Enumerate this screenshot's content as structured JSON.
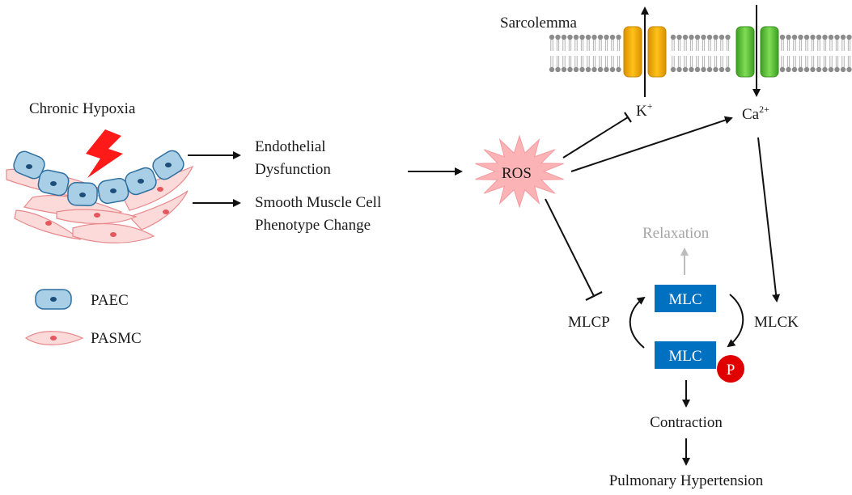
{
  "labels": {
    "sarcolemma": "Sarcolemma",
    "chronic_hypoxia": "Chronic Hypoxia",
    "endothelial_1": "Endothelial",
    "endothelial_2": "Dysfunction",
    "smc_1": "Smooth Muscle Cell",
    "smc_2": "Phenotype Change",
    "ros": "ROS",
    "k_base": "K",
    "k_sup": "+",
    "ca_base": "Ca",
    "ca_sup": "2+",
    "relaxation": "Relaxation",
    "mlc_top": "MLC",
    "mlc_bottom": "MLC",
    "phospho": "P",
    "mlcp": "MLCP",
    "mlck": "MLCK",
    "contraction": "Contraction",
    "pulmonary_hypertension": "Pulmonary Hypertension"
  },
  "legend": {
    "paec": "PAEC",
    "pasmc": "PASMC"
  },
  "colors": {
    "mlc_box": "#0070c0",
    "phospho_circle": "#e00000",
    "ros_burst": "#fbb3b6",
    "lightning": "#ff1a1a",
    "k_channel": "#f2a900",
    "ca_channel": "#5cc43b",
    "endothelial_cell": "#a9cfe6",
    "smooth_muscle_cell": "#fcdada",
    "relaxation_text": "#a6a6a6"
  }
}
